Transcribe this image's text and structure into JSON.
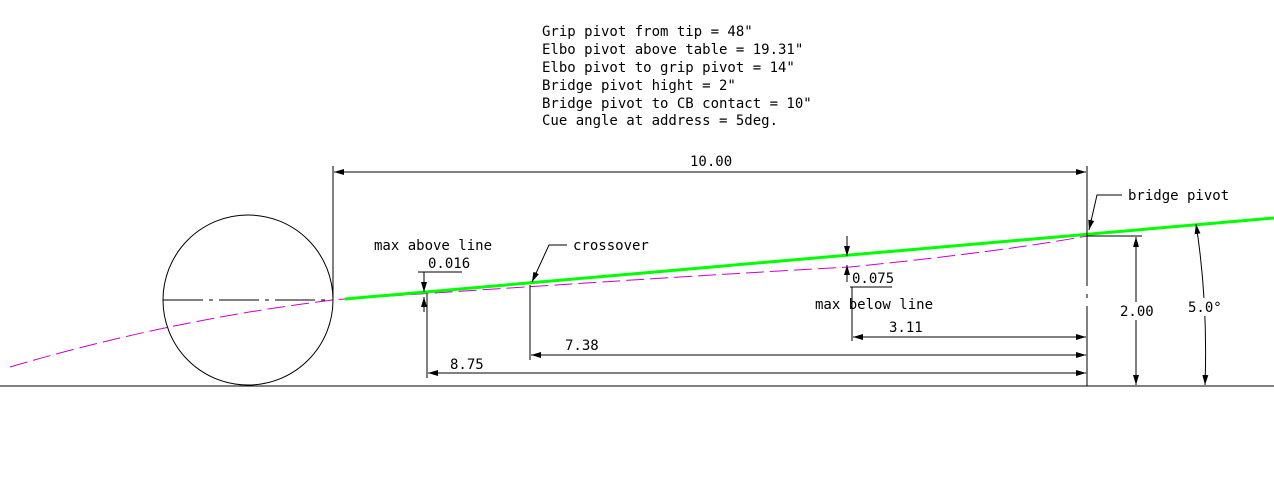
{
  "notes": [
    "Grip pivot from tip = 48\"",
    "Elbo pivot above table = 19.31\"",
    "Elbo pivot to grip pivot = 14\"",
    "Bridge pivot hight = 2\"",
    "Bridge pivot to CB contact = 10\"",
    "Cue angle at address = 5deg."
  ],
  "dimensions": {
    "overall": "10.00",
    "from_max_above": "8.75",
    "from_crossover": "7.38",
    "from_max_below": "3.11",
    "bridge_height": "2.00",
    "cue_angle": "5.0°",
    "max_above_value": "0.016",
    "max_below_value": "0.075"
  },
  "labels": {
    "bridge_pivot": "bridge pivot",
    "crossover": "crossover",
    "max_above": "max above line",
    "max_below": "max below line"
  },
  "colors": {
    "cue_line": "#00ff00",
    "path_curve": "#cc00cc"
  }
}
